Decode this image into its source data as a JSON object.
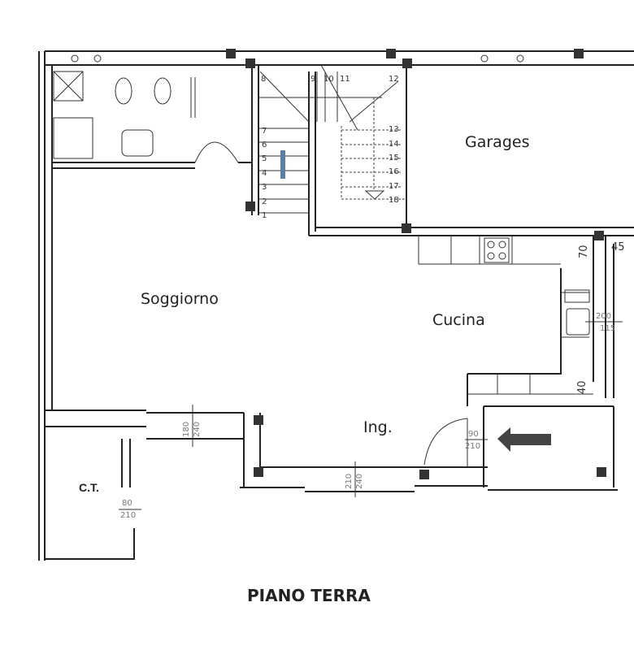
{
  "plan": {
    "title": "PIANO TERRA",
    "rooms": {
      "garages": "Garages",
      "soggiorno": "Soggiorno",
      "cucina": "Cucina",
      "ingresso": "Ing.",
      "centrale_termica": "C.T."
    },
    "dimensions": {
      "window_soggiorno": [
        "180",
        "240"
      ],
      "window_ingresso": [
        "210",
        "240"
      ],
      "door_ct": [
        "80",
        "210"
      ],
      "door_entrance": [
        "90",
        "210"
      ],
      "window_cucina": [
        "200",
        "115"
      ],
      "kitchen_depth_top": "70",
      "kitchen_depth_bottom": "40",
      "wall_right": "45"
    },
    "stair_steps": [
      "1",
      "2",
      "3",
      "4",
      "5",
      "6",
      "7",
      "8",
      "9",
      "10",
      "11",
      "12",
      "13",
      "14",
      "15",
      "16",
      "17",
      "18"
    ]
  }
}
